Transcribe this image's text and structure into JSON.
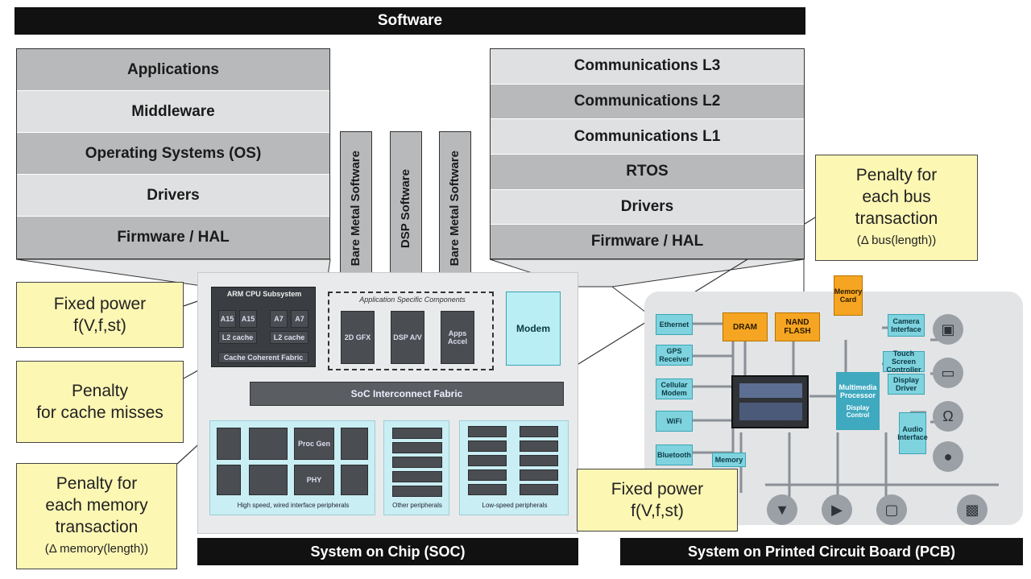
{
  "software_bar": "Software",
  "left_stack": [
    "Applications",
    "Middleware",
    "Operating Systems (OS)",
    "Drivers",
    "Firmware / HAL"
  ],
  "right_stack": [
    "Communications L3",
    "Communications L2",
    "Communications L1",
    "RTOS",
    "Drivers",
    "Firmware / HAL"
  ],
  "columns": [
    "Bare Metal Software",
    "DSP Software",
    "Bare Metal Software"
  ],
  "soc": {
    "cpu_subsystem": "ARM CPU Subsystem",
    "cpu_cores": [
      "A15",
      "A15",
      "A7",
      "A7"
    ],
    "l2_caches": [
      "L2 cache",
      "L2 cache"
    ],
    "cache_fabric": "Cache Coherent Fabric",
    "asc_title": "Application Specific Components",
    "asc_blocks": [
      "2D GFX",
      "DSP A/V",
      "Apps Accel"
    ],
    "modem": "Modem",
    "interconnect": "SoC Interconnect Fabric",
    "hs_blocks": [
      "",
      "",
      "Proc Gen",
      "",
      "",
      "",
      "PHY",
      ""
    ],
    "hs_label": "High speed, wired interface peripherals",
    "other_label": "Other peripherals",
    "ls_label": "Low-speed peripherals",
    "bar": "System on Chip (SOC)"
  },
  "pcb": {
    "orange_blocks": [
      "DRAM",
      "NAND FLASH",
      "Memory Card"
    ],
    "left_teal": [
      "Ethernet",
      "GPS Receiver",
      "Cellular Modem",
      "WiFi",
      "Bluetooth"
    ],
    "mm_proc": "Multimedia Processor",
    "mm_sub": "Display Control",
    "right_teal": [
      "Camera Interface",
      "Touch Screen Controller",
      "Display Driver",
      "Audio Interface"
    ],
    "memory": "Memory",
    "bar": "System on Printed Circuit Board (PCB)"
  },
  "callouts": {
    "fixed_power_1": "Fixed power",
    "fixed_power_1_sub": "f(V,f,st)",
    "cache_line1": "Penalty",
    "cache_line2": "for cache misses",
    "mem_line1": "Penalty for",
    "mem_line2": "each memory",
    "mem_line3": "transaction",
    "mem_delta": "(Δ memory(length))",
    "bus_line1": "Penalty for",
    "bus_line2": "each bus",
    "bus_line3": "transaction",
    "bus_delta": "(Δ bus(length))",
    "fixed_power_2": "Fixed power",
    "fixed_power_2_sub": "f(V,f,st)"
  }
}
